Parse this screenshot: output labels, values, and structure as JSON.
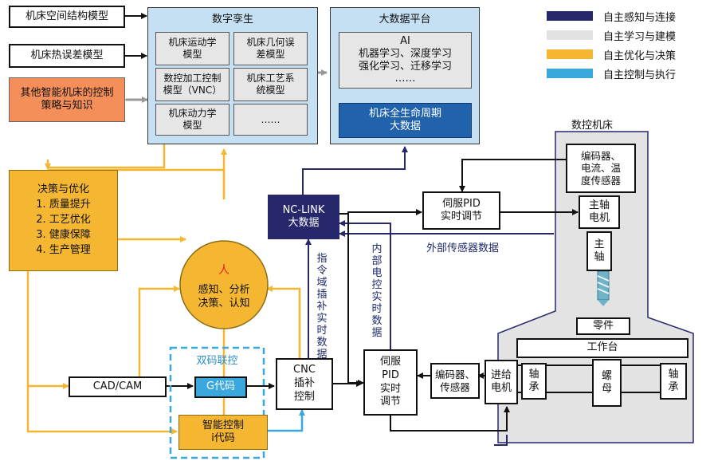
{
  "models": {
    "spatial": "机床空间结构模型",
    "thermal": "机床热误差模型",
    "strategy": "其他智能机床的控制策略与知识"
  },
  "twin": {
    "title": "数字孪生",
    "kinematic": "机床运动学模型",
    "geometric": "机床几何误差模型",
    "nc": "数控加工控制模型（VNC）",
    "process": "机床工艺系统模型",
    "dynamic": "机床动力学模型",
    "more": "……"
  },
  "bigdata": {
    "title": "大数据平台",
    "ai_line1": "AI",
    "ai_line2": "机器学习、深度学习",
    "ai_line3": "强化学习、迁移学习",
    "ai_dots": "……",
    "lifecycle_line1": "机床全生命周期",
    "lifecycle_line2": "大数据"
  },
  "legend": [
    {
      "color": "#26286b",
      "label": "自主感知与连接"
    },
    {
      "color": "#e2e2e2",
      "label": "自主学习与建模"
    },
    {
      "color": "#f5b731",
      "label": "自主优化与决策"
    },
    {
      "color": "#3aa7dd",
      "label": "自主控制与执行"
    }
  ],
  "decision": {
    "title": "决策与优化",
    "item1": "1. 质量提升",
    "item2": "2. 工艺优化",
    "item3": "3. 健康保障",
    "item4": "4. 生产管理"
  },
  "human": {
    "title": "人",
    "line1": "感知、分析",
    "line2": "决策、认知"
  },
  "nclink": {
    "line1": "NC-LINK",
    "line2": "大数据"
  },
  "labels": {
    "cmd_data": "指令域插补实时数据",
    "internal_data": "内部电控实时数据",
    "external_data": "外部传感器数据",
    "dual_code": "双码联控",
    "machine": "数控机床"
  },
  "cadcam": "CAD/CAM",
  "gcode": "G代码",
  "icode": {
    "line1": "智能控制",
    "line2": "i代码"
  },
  "cnc": {
    "line1": "CNC",
    "line2": "插补",
    "line3": "控制"
  },
  "servo_top": {
    "line1": "伺服PID",
    "line2": "实时调节"
  },
  "servo_bottom": {
    "line1": "伺服",
    "line2": "PID",
    "line3": "实时",
    "line4": "调节"
  },
  "encoder_top": {
    "line1": "编码器、",
    "line2": "电流、温",
    "line3": "度传感器"
  },
  "spindle_motor": {
    "line1": "主轴",
    "line2": "电机"
  },
  "spindle": {
    "line1": "主",
    "line2": "轴"
  },
  "part": "零件",
  "table": "工作台",
  "encoder_bottom": {
    "line1": "编码器、",
    "line2": "传感器"
  },
  "feed_motor": {
    "line1": "进给",
    "line2": "电机"
  },
  "bearing_left": {
    "line1": "轴",
    "line2": "承"
  },
  "nut": {
    "line1": "螺",
    "line2": "母"
  },
  "bearing_right": {
    "line1": "轴",
    "line2": "承"
  }
}
